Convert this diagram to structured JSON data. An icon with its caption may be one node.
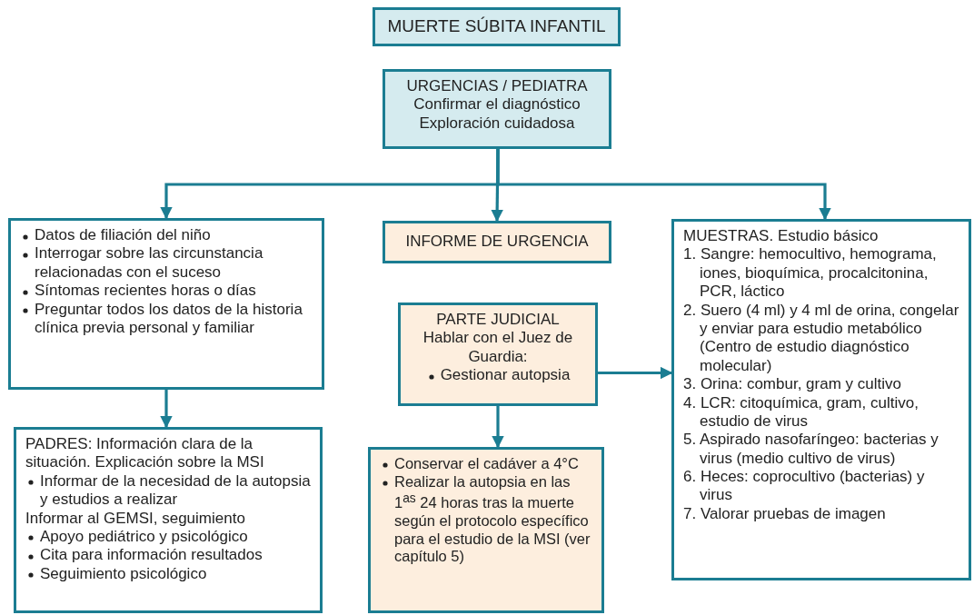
{
  "diagram": {
    "nodes": [
      {
        "text": [
          "MUERTE SÚBITA INFANTIL"
        ]
      },
      {
        "text": [
          "URGENCIAS / PEDIATRA",
          "Confirmar el diagnóstico",
          "Exploración cuidadosa"
        ]
      },
      {
        "text": [
          "Datos de filiación del niño",
          "Interrogar sobre las circunstancia relacionadas con el suceso",
          "Síntomas recientes horas o días",
          "Preguntar todos los datos de la historia clínica previa personal y familiar"
        ]
      },
      {
        "text": [
          "INFORME DE URGENCIA"
        ]
      },
      {
        "text": [
          "MUESTRAS. Estudio básico",
          "1. Sangre: hemocultivo, hemograma, iones, bioquímica, procalcitonina, PCR, láctico",
          "2. Suero (4 ml) y 4 ml de orina, congelar y enviar para estudio metabólico (Centro de estudio diagnóstico molecular)",
          "3. Orina: combur, gram y cultivo",
          "4. LCR: citoquímica, gram, cultivo, estudio de virus",
          "5. Aspirado nasofaríngeo: bacterias y virus (medio cultivo de virus)",
          "6. Heces: coprocultivo (bacterias) y virus",
          "7. Valorar pruebas de imagen"
        ]
      },
      {
        "text": [
          "PADRES: Información clara de la situación. Explicación sobre la MSI",
          "Informar de la necesidad de la autopsia y estudios a realizar",
          "Informar al GEMSI, seguimiento",
          "Apoyo pediátrico y psicológico",
          "Cita para información resultados",
          "Seguimiento psicológico"
        ]
      },
      {
        "text": [
          "PARTE JUDICIAL",
          "Hablar con el Juez de Guardia:",
          "Gestionar autopsia"
        ]
      },
      {
        "text": [
          "Conservar el cadáver a 4°C",
          "Realizar la autopsia en las 1$^{as}$ 24 horas tras la muerte según el protocolo específico para el estudio de la MSI (ver capítulo 5)"
        ]
      }
    ],
    "edges": [
      {
        "from": 1,
        "to": 2,
        "arrow": "to"
      },
      {
        "from": 1,
        "to": 3,
        "arrow": "to"
      },
      {
        "from": 1,
        "to": 4,
        "arrow": "to"
      },
      {
        "from": 2,
        "to": 5,
        "arrow": "to"
      },
      {
        "from": 6,
        "to": 4,
        "arrow": "to"
      },
      {
        "from": 6,
        "to": 7,
        "arrow": "to"
      }
    ]
  }
}
